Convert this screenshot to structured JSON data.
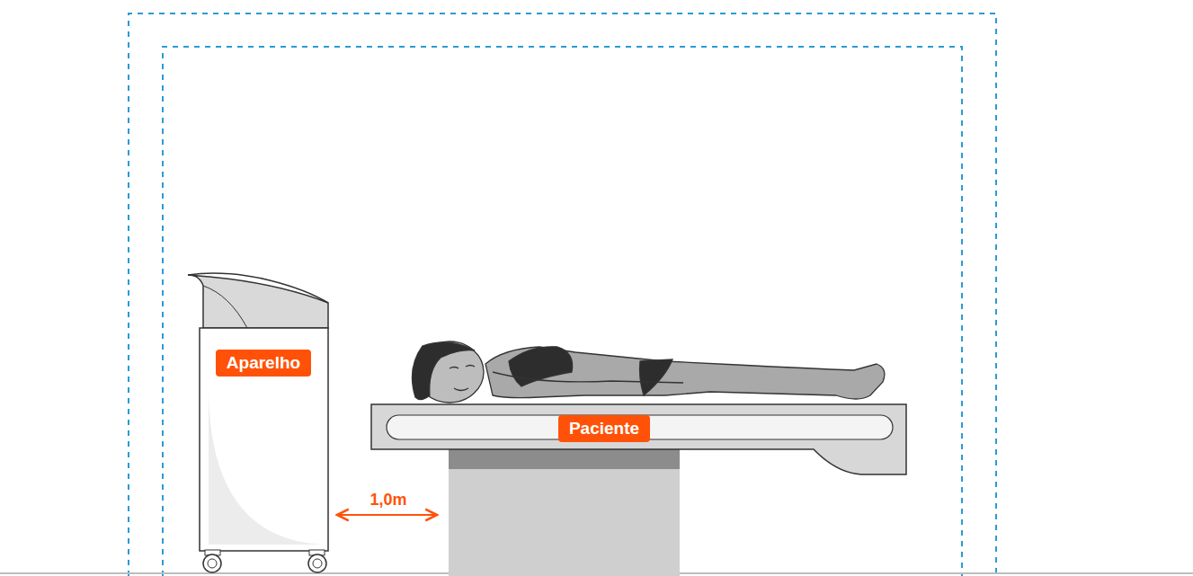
{
  "diagram": {
    "nodes": [
      {
        "text": [
          "Aparelho"
        ]
      },
      {
        "text": [
          "Paciente"
        ]
      }
    ],
    "labels": [
      "1,0m"
    ]
  }
}
